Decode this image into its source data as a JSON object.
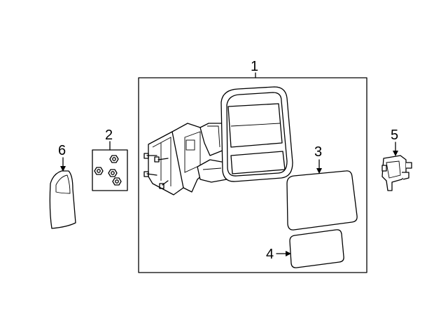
{
  "diagram": {
    "callouts": [
      {
        "id": "1",
        "label": "1"
      },
      {
        "id": "2",
        "label": "2"
      },
      {
        "id": "3",
        "label": "3"
      },
      {
        "id": "4",
        "label": "4"
      },
      {
        "id": "5",
        "label": "5"
      },
      {
        "id": "6",
        "label": "6"
      }
    ],
    "parts": [
      {
        "callout": "1",
        "icon": "mirror-assembly-icon"
      },
      {
        "callout": "2",
        "icon": "nut-kit-icon"
      },
      {
        "callout": "3",
        "icon": "mirror-glass-icon"
      },
      {
        "callout": "4",
        "icon": "spotter-mirror-glass-icon"
      },
      {
        "callout": "5",
        "icon": "lamp-socket-icon"
      },
      {
        "callout": "6",
        "icon": "mirror-cover-icon"
      }
    ]
  }
}
